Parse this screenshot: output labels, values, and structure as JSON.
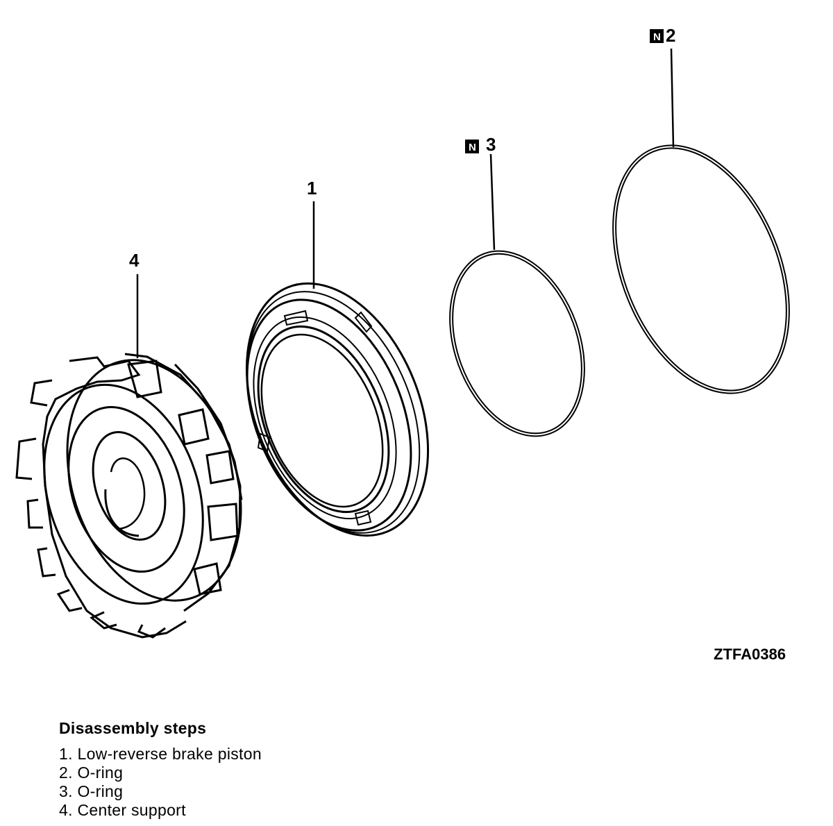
{
  "diagram": {
    "callouts": [
      {
        "id": "1",
        "label": "1",
        "new_part": false
      },
      {
        "id": "2",
        "label": "2",
        "new_part": true
      },
      {
        "id": "3",
        "label": "3",
        "new_part": true
      },
      {
        "id": "4",
        "label": "4",
        "new_part": false
      }
    ],
    "new_part_symbol": "N",
    "reference_code": "ZTFA0386"
  },
  "legend": {
    "title": "Disassembly steps",
    "steps": [
      "1. Low-reverse brake piston",
      "2. O-ring",
      "3. O-ring",
      "4. Center support"
    ]
  }
}
